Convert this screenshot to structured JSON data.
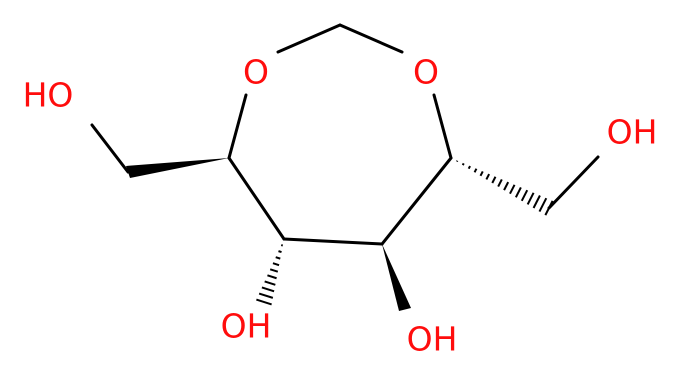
{
  "molecule": {
    "colors": {
      "bond": "#000000",
      "oxygen": "#ff0d0d"
    },
    "atoms": {
      "ho_left": "HO",
      "o_ring_left": "O",
      "o_ring_right": "O",
      "oh_right": "OH",
      "oh_bottom_left": "OH",
      "oh_bottom_right": "OH"
    }
  }
}
